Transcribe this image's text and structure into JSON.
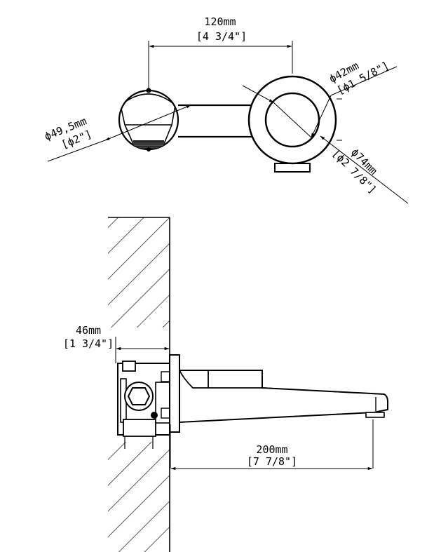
{
  "top_view": {
    "spacing_mm": "120mm",
    "spacing_in": "[4 3/4\"]",
    "handle_dia_mm": "ϕ49,5mm",
    "handle_dia_in": "[ϕ2\"]",
    "spout_inner_dia_mm": "ϕ42mm",
    "spout_inner_dia_in": "[ϕ1 5/8\"]",
    "spout_outer_dia_mm": "ϕ74mm",
    "spout_outer_dia_in": "[ϕ2 7/8\"]"
  },
  "side_view": {
    "wall_depth_mm": "46mm",
    "wall_depth_in": "[1 3/4\"]",
    "spout_reach_mm": "200mm",
    "spout_reach_in": "[7 7/8\"]"
  }
}
